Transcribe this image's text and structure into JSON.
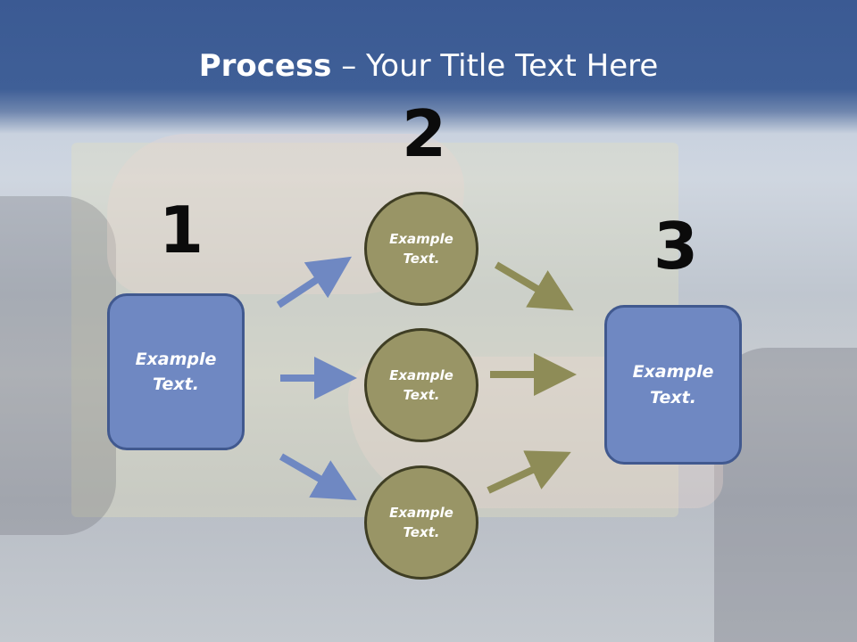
{
  "title": {
    "bold": "Process",
    "rest": " – Your Title Text Here"
  },
  "numbers": [
    "1",
    "2",
    "3"
  ],
  "left_box": {
    "text": "Example Text."
  },
  "right_box": {
    "text": "Example Text."
  },
  "circles": [
    {
      "text": "Example Text."
    },
    {
      "text": "Example Text."
    },
    {
      "text": "Example Text."
    }
  ],
  "colors": {
    "header": "#3b5a93",
    "box": "#6f88c2",
    "box_border": "#41598f",
    "circle": "#999566",
    "circle_border": "#3f3e24",
    "arrow_blue": "#6f88c2",
    "arrow_olive": "#8e8c57"
  }
}
